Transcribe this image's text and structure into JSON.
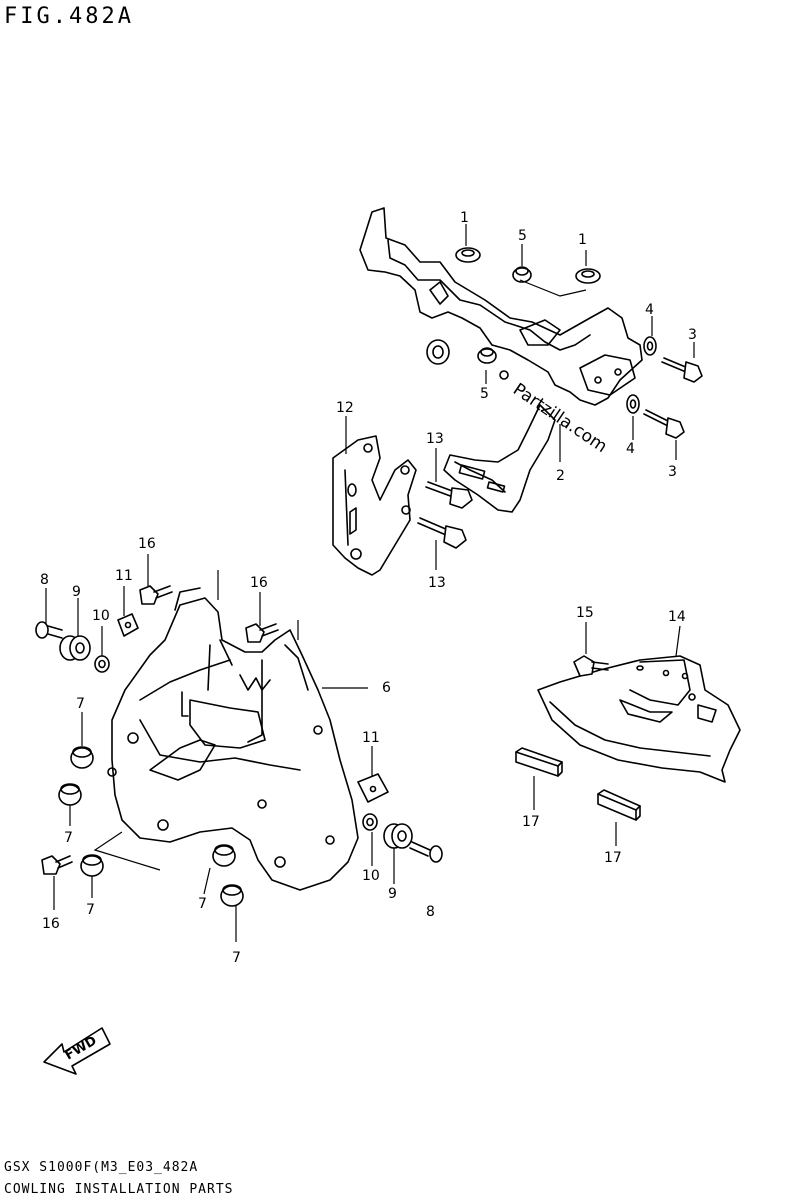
{
  "header": {
    "title": "FIG.482A"
  },
  "footer": {
    "code": "GSX S1000F(M3_E03_482A",
    "caption": "COWLING INSTALLATION PARTS"
  },
  "watermark": "Partzilla.com",
  "fwd_label": "FWD",
  "callouts": [
    {
      "id": "c-1a",
      "label": "1"
    },
    {
      "id": "c-5a",
      "label": "5"
    },
    {
      "id": "c-1b",
      "label": "1"
    },
    {
      "id": "c-4a",
      "label": "4"
    },
    {
      "id": "c-3a",
      "label": "3"
    },
    {
      "id": "c-5b",
      "label": "5"
    },
    {
      "id": "c-4b",
      "label": "4"
    },
    {
      "id": "c-3b",
      "label": "3"
    },
    {
      "id": "c-2",
      "label": "2"
    },
    {
      "id": "c-12",
      "label": "12"
    },
    {
      "id": "c-13a",
      "label": "13"
    },
    {
      "id": "c-13b",
      "label": "13"
    },
    {
      "id": "c-16a",
      "label": "16"
    },
    {
      "id": "c-16b",
      "label": "16"
    },
    {
      "id": "c-8a",
      "label": "8"
    },
    {
      "id": "c-9a",
      "label": "9"
    },
    {
      "id": "c-11a",
      "label": "11"
    },
    {
      "id": "c-10a",
      "label": "10"
    },
    {
      "id": "c-6",
      "label": "6"
    },
    {
      "id": "c-7a",
      "label": "7"
    },
    {
      "id": "c-7b",
      "label": "7"
    },
    {
      "id": "c-11b",
      "label": "11"
    },
    {
      "id": "c-10b",
      "label": "10"
    },
    {
      "id": "c-9b",
      "label": "9"
    },
    {
      "id": "c-8b",
      "label": "8"
    },
    {
      "id": "c-16c",
      "label": "16"
    },
    {
      "id": "c-7c",
      "label": "7"
    },
    {
      "id": "c-7d",
      "label": "7"
    },
    {
      "id": "c-7e",
      "label": "7"
    },
    {
      "id": "c-15",
      "label": "15"
    },
    {
      "id": "c-14",
      "label": "14"
    },
    {
      "id": "c-17a",
      "label": "17"
    },
    {
      "id": "c-17b",
      "label": "17"
    }
  ]
}
